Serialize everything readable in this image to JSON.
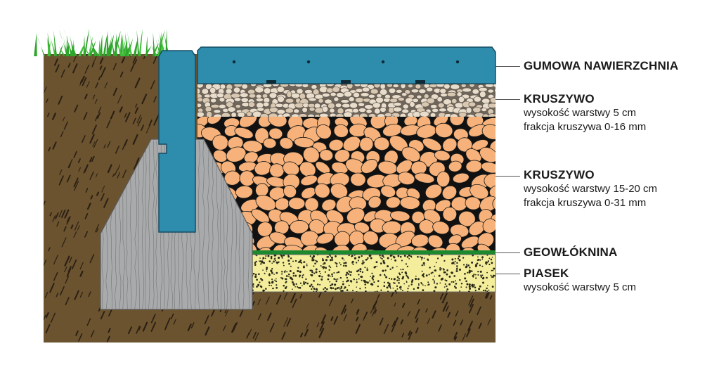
{
  "layers": [
    {
      "id": "rubber",
      "title": "GUMOWA NAWIERZCHNIA",
      "lines": []
    },
    {
      "id": "fine-aggregate",
      "title": "KRUSZYWO",
      "lines": [
        "wysokość warstwy 5 cm",
        "frakcja kruszywa 0-16 mm"
      ]
    },
    {
      "id": "coarse-aggregate",
      "title": "KRUSZYWO",
      "lines": [
        "wysokość warstwy 15-20 cm",
        "frakcja kruszywa 0-31 mm"
      ]
    },
    {
      "id": "geotextile",
      "title": "GEOWŁÓKNINA",
      "lines": []
    },
    {
      "id": "sand",
      "title": "PIASEK",
      "lines": [
        "wysokość warstwy 5 cm"
      ]
    }
  ],
  "colors": {
    "soil": "#6b5330",
    "soil_streak": "#2b2013",
    "grass": "#3fbf3a",
    "rubber": "#2e8cad",
    "rubber_dark": "#1f6f8c",
    "fine_stone": "#e8dccb",
    "coarse_stone": "#f6b27a",
    "stone_gap": "#111111",
    "geotextile": "#1b8a2e",
    "sand": "#f4ee9c",
    "concrete": "#a9aaab"
  },
  "icons": [
    "grass-icon"
  ]
}
